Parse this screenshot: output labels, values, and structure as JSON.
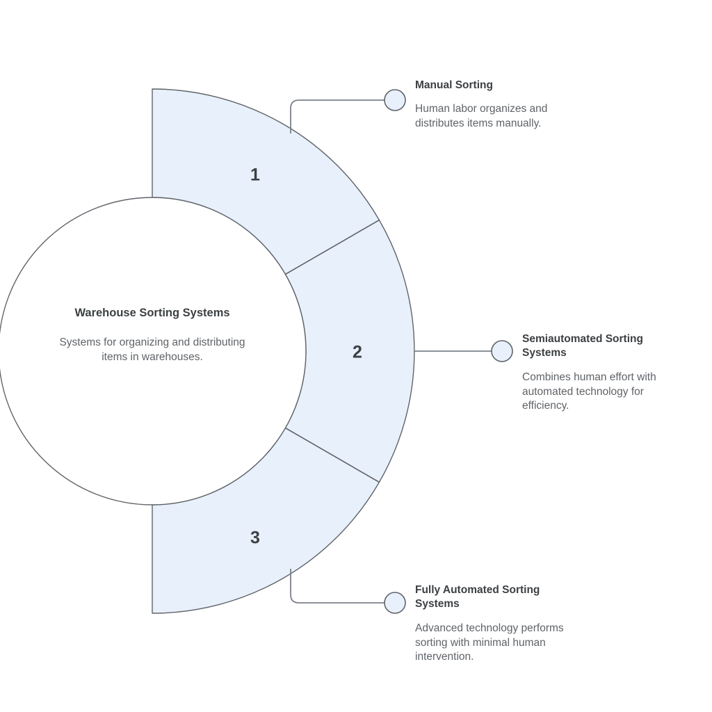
{
  "diagram": {
    "type": "semicircular-segmented-ring",
    "center": {
      "title": "Warehouse Sorting Systems",
      "description": "Systems for organizing and distributing items in warehouses."
    },
    "colors": {
      "segment_fill": "#e8f0fc",
      "segment_stroke": "#5f6368",
      "marker_fill": "#e8f0fc",
      "connector_stroke": "#7c8189",
      "title_text": "#3c4043",
      "body_text": "#5f6368",
      "background": "#ffffff"
    },
    "segments": [
      {
        "number": "1",
        "title": "Manual Sorting",
        "description": "Human labor organizes and distributes items manually."
      },
      {
        "number": "2",
        "title": "Semiautomated Sorting Systems",
        "description": "Combines human effort with automated technology for efficiency."
      },
      {
        "number": "3",
        "title": "Fully Automated Sorting Systems",
        "description": "Advanced technology performs sorting with minimal human intervention."
      }
    ]
  }
}
